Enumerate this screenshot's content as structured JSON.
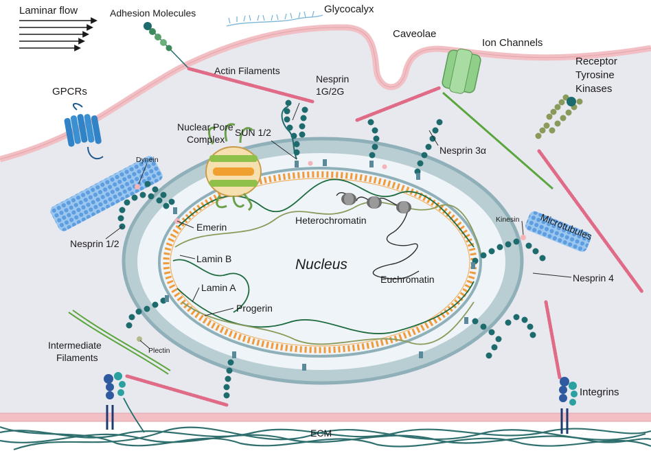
{
  "diagram": {
    "labels": {
      "laminar_flow": "Laminar flow",
      "adhesion_molecules": "Adhesion Molecules",
      "glycocalyx": "Glycocalyx",
      "caveolae": "Caveolae",
      "ion_channels": "Ion Channels",
      "receptor_line1": "Receptor",
      "receptor_line2": "Tyrosine",
      "receptor_line3": "Kinases",
      "gpcrs": "GPCRs",
      "actin_filaments": "Actin Filaments",
      "nesprin_1g_line1": "Nesprin",
      "nesprin_1g_line2": "1G/2G",
      "npc_line1": "Nuclear Pore",
      "npc_line2": "Complex",
      "sun": "SUN 1/2",
      "nesprin_3a": "Nesprin 3α",
      "dynein": "Dynein",
      "nesprin_12": "Nesprin 1/2",
      "emerin": "Emerin",
      "lamin_b": "Lamin B",
      "lamin_a": "Lamin A",
      "progerin": "Progerin",
      "heterochromatin": "Heterochromatin",
      "euchromatin": "Euchromatin",
      "nucleus": "Nucleus",
      "kinesin": "Kinesin",
      "microtubules": "Microtubules",
      "nesprin_4": "Nesprin 4",
      "intermediate_line1": "Intermediate",
      "intermediate_line2": "Filaments",
      "plectin": "Plectin",
      "integrins": "Integrins",
      "ecm": "ECM"
    },
    "colors": {
      "membrane": "#f2c0c4",
      "cytoplasm": "#e8e8ef",
      "nuclear_envelope": "#8fb0b8",
      "nucleoplasm": "#eef4f8",
      "nesprin": "#1e6b6e",
      "actin": "#e06b86",
      "lamin_zigzag": "#f09a3a",
      "microtubule": "#6aa6e0",
      "gpcr": "#2f83c6",
      "ion_channel": "#8fcf8a",
      "filament_green": "#5aa63c",
      "ecm": "#2f6f6e"
    }
  }
}
